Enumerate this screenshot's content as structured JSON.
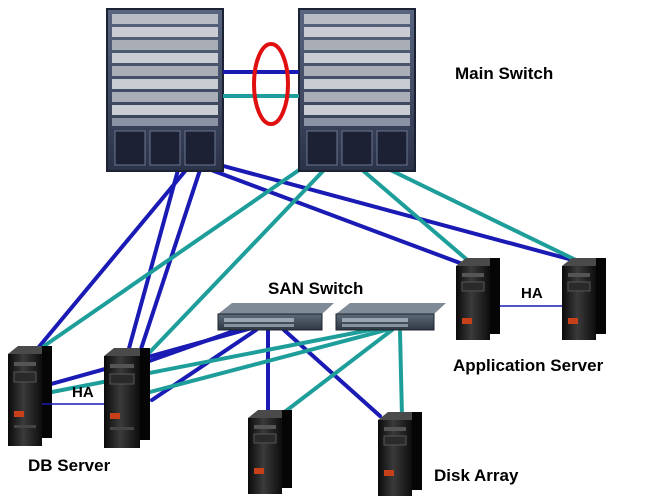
{
  "labels": {
    "main_switch": "Main Switch",
    "san_switch": "SAN Switch",
    "application_server": "Application Server",
    "db_server": "DB Server",
    "disk_array": "Disk Array",
    "ha_app": "HA",
    "ha_db": "HA"
  },
  "colors": {
    "network_link": "#1a1ab4",
    "san_link": "#1e9e9a",
    "ha_ring": "#e01010",
    "server_body": "#1a1a1a",
    "chassis": "#3a4560"
  },
  "nodes": [
    {
      "id": "main-switch-1",
      "kind": "chassis-switch"
    },
    {
      "id": "main-switch-2",
      "kind": "chassis-switch"
    },
    {
      "id": "san-switch-1",
      "kind": "rack-switch"
    },
    {
      "id": "san-switch-2",
      "kind": "rack-switch"
    },
    {
      "id": "db-server-1",
      "kind": "server"
    },
    {
      "id": "db-server-2",
      "kind": "server"
    },
    {
      "id": "app-server-1",
      "kind": "server"
    },
    {
      "id": "app-server-2",
      "kind": "server"
    },
    {
      "id": "disk-array-1",
      "kind": "server"
    },
    {
      "id": "disk-array-2",
      "kind": "server"
    }
  ],
  "links": [
    {
      "from": "main-switch-1",
      "to": "main-switch-2",
      "type": "network"
    },
    {
      "from": "main-switch-1",
      "to": "main-switch-2",
      "type": "san"
    },
    {
      "from": "main-switch-1",
      "to": "db-server-1",
      "type": "network"
    },
    {
      "from": "main-switch-1",
      "to": "db-server-2",
      "type": "network"
    },
    {
      "from": "main-switch-1",
      "to": "db-server-2",
      "type": "network"
    },
    {
      "from": "main-switch-1",
      "to": "app-server-1",
      "type": "network"
    },
    {
      "from": "main-switch-1",
      "to": "app-server-2",
      "type": "network"
    },
    {
      "from": "main-switch-2",
      "to": "db-server-1",
      "type": "san"
    },
    {
      "from": "main-switch-2",
      "to": "db-server-2",
      "type": "san"
    },
    {
      "from": "main-switch-2",
      "to": "app-server-1",
      "type": "san"
    },
    {
      "from": "main-switch-2",
      "to": "app-server-2",
      "type": "san"
    },
    {
      "from": "san-switch-1",
      "to": "db-server-1",
      "type": "network"
    },
    {
      "from": "san-switch-1",
      "to": "db-server-2",
      "type": "network"
    },
    {
      "from": "san-switch-1",
      "to": "db-server-2",
      "type": "network"
    },
    {
      "from": "san-switch-1",
      "to": "disk-array-1",
      "type": "network"
    },
    {
      "from": "san-switch-1",
      "to": "disk-array-2",
      "type": "network"
    },
    {
      "from": "san-switch-2",
      "to": "db-server-1",
      "type": "san"
    },
    {
      "from": "san-switch-2",
      "to": "db-server-2",
      "type": "san"
    },
    {
      "from": "san-switch-2",
      "to": "disk-array-1",
      "type": "san"
    },
    {
      "from": "san-switch-2",
      "to": "disk-array-2",
      "type": "san"
    },
    {
      "from": "db-server-1",
      "to": "db-server-2",
      "type": "ha"
    },
    {
      "from": "app-server-1",
      "to": "app-server-2",
      "type": "ha"
    }
  ]
}
